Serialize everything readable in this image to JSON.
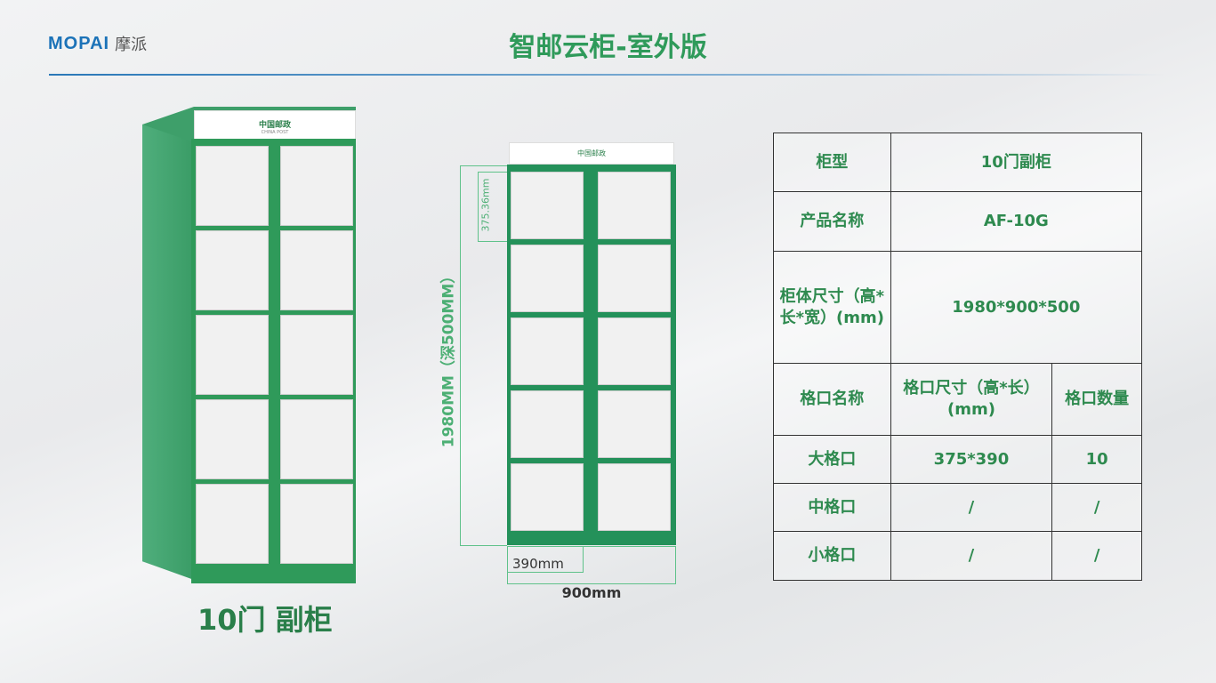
{
  "logo": {
    "en": "MOPAI",
    "cn": "摩派"
  },
  "title": "智邮云柜-室外版",
  "cabinet": {
    "sign": "中国邮政",
    "sign_sub": "CHINA POST",
    "caption": "10门 副柜",
    "door_rows": 5,
    "door_cols": 2
  },
  "drawing": {
    "height_label": "1980MM（深500MM）",
    "door_height": "375.36mm",
    "door_width": "390mm",
    "total_width": "900mm",
    "sign": "中国邮政"
  },
  "spec": {
    "rows": [
      {
        "label": "柜型",
        "value": "10门副柜"
      },
      {
        "label": "产品名称",
        "value": "AF-10G"
      },
      {
        "label": "柜体尺寸（高*长*宽）(mm)",
        "value": "1980*900*500"
      }
    ],
    "headers": [
      "格口名称",
      "格口尺寸（高*长）(mm)",
      "格口数量"
    ],
    "slots": [
      {
        "name": "大格口",
        "size": "375*390",
        "count": "10"
      },
      {
        "name": "中格口",
        "size": "/",
        "count": "/"
      },
      {
        "name": "小格口",
        "size": "/",
        "count": "/"
      }
    ]
  },
  "colors": {
    "green": "#2f9a5a",
    "blue": "#1c73b8"
  }
}
